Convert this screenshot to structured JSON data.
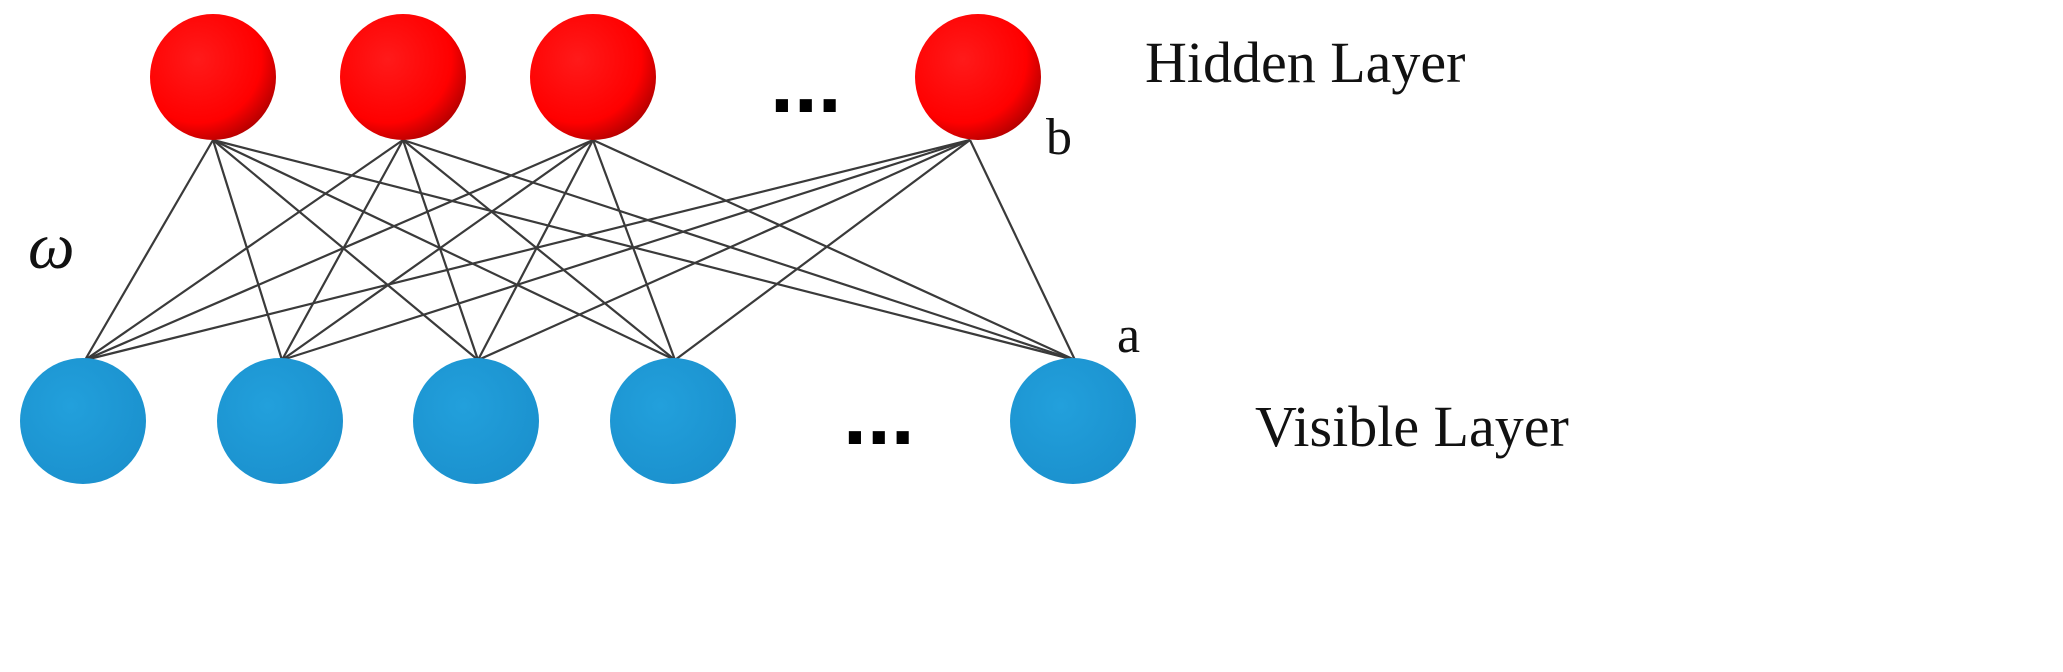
{
  "labels": {
    "hidden_layer": "Hidden Layer",
    "visible_layer": "Visible Layer",
    "hidden_bias": "b",
    "visible_bias": "a",
    "weights": "ω",
    "hidden_ellipsis": "...",
    "visible_ellipsis": "..."
  },
  "nodes": {
    "hidden_count": 4,
    "visible_count": 5
  },
  "colors": {
    "hidden_node": "#ff0000",
    "hidden_node_shade": "#a30000",
    "visible_node": "#1c95d4",
    "edge": "#3a3a3a"
  }
}
